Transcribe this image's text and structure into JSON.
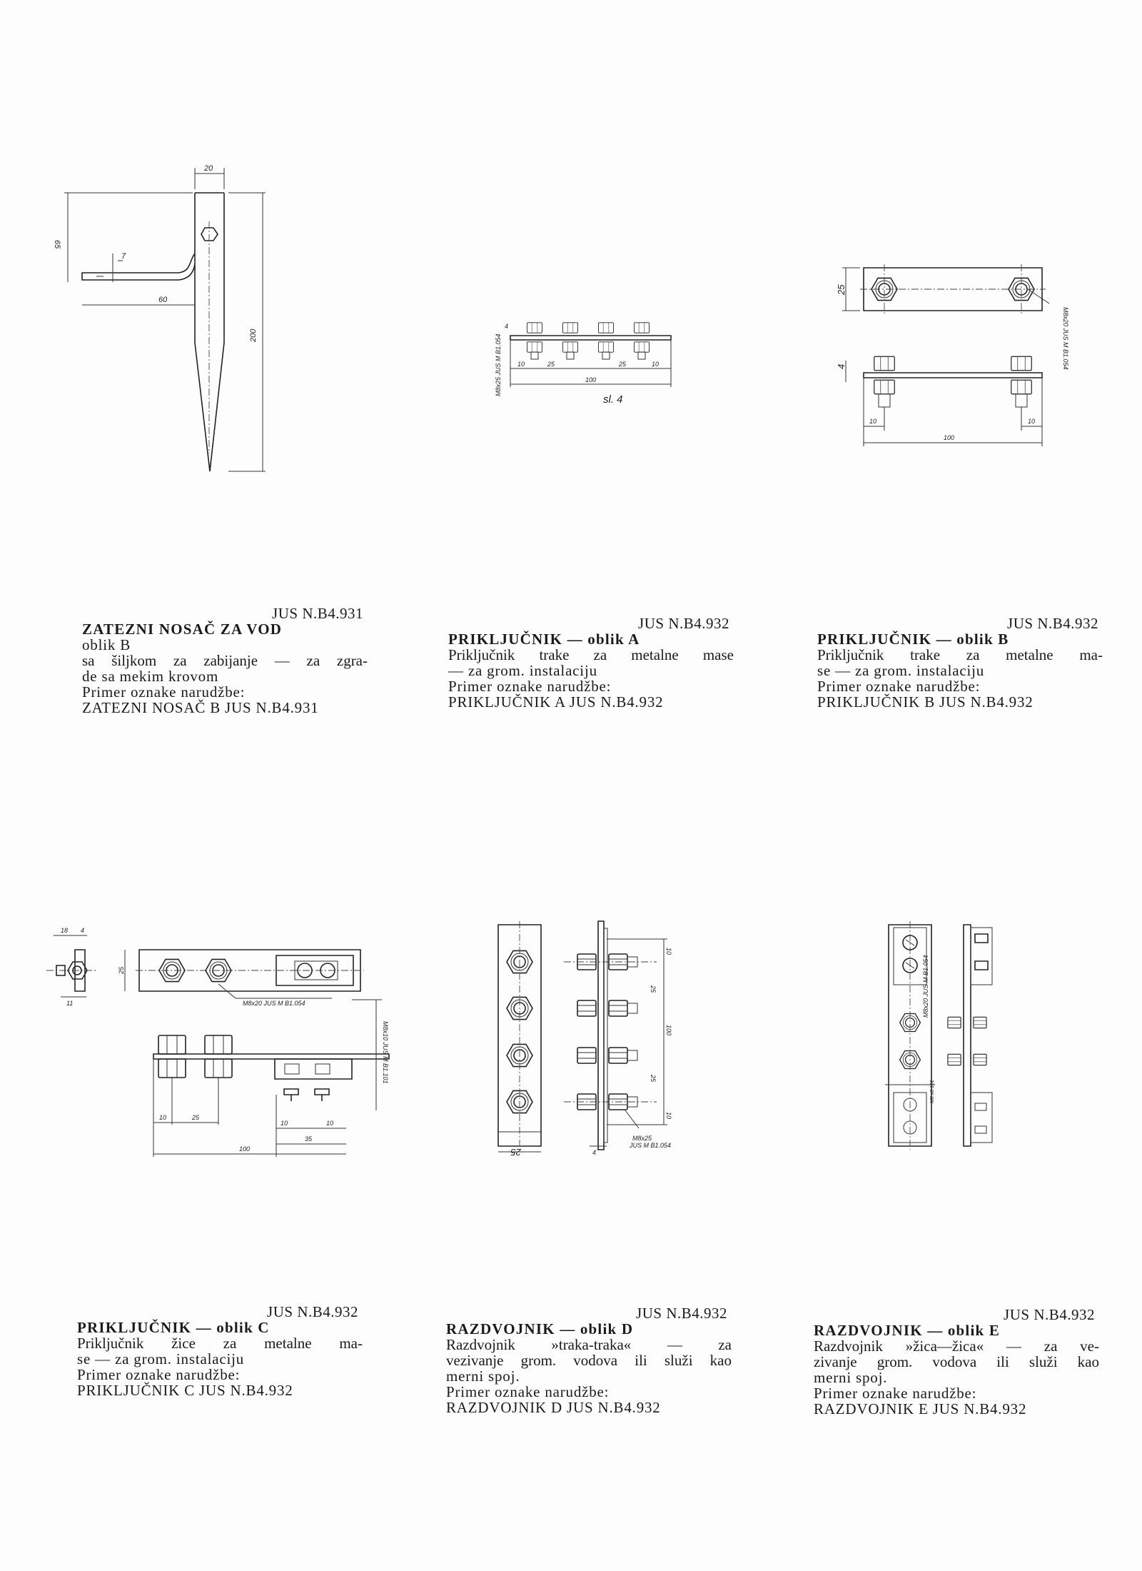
{
  "figures": [
    {
      "id": "zatezni-nosac",
      "dims": [
        "20",
        "65",
        "7",
        "60",
        "200"
      ]
    },
    {
      "id": "prikljucnik-a",
      "dims": [
        "4",
        "10",
        "25",
        "100",
        "25",
        "10",
        "M8x25 JUS M B1.054"
      ],
      "fig_label": "sl. 4"
    },
    {
      "id": "prikljucnik-b",
      "dims": [
        "25",
        "4",
        "10",
        "100",
        "10",
        "M8x20 JUS M B1.054"
      ]
    },
    {
      "id": "prikljucnik-c",
      "dims": [
        "18",
        "4",
        "25",
        "11",
        "M8x20 JUS M B1.054",
        "M8x10 JUS M B1.101",
        "10",
        "25",
        "10",
        "10",
        "35",
        "100"
      ]
    },
    {
      "id": "razdvojnik-d",
      "dims": [
        "25",
        "4",
        "10",
        "25",
        "100",
        "25",
        "10",
        "M8x25",
        "JUS M B1.054"
      ]
    },
    {
      "id": "razdvojnik-e",
      "dims": [
        "M8x20 JUS M B1.054",
        "M8 x8 101"
      ]
    }
  ],
  "captions": [
    {
      "standard": "JUS N.B4.931",
      "title": "ZATEZNI NOSAČ ZA VOD",
      "lines": [
        "oblik B",
        "sa šiljkom za zabijanje — za zgra-",
        "de sa mekim krovom",
        "Primer oznake narudžbe:",
        "ZATEZNI NOSAČ B JUS N.B4.931"
      ]
    },
    {
      "standard": "JUS N.B4.932",
      "title": "PRIKLJUČNIK — oblik A",
      "lines": [
        "Priključnik trake za metalne mase",
        "— za grom. instalaciju",
        "Primer oznake narudžbe:",
        "PRIKLJUČNIK A JUS N.B4.932"
      ]
    },
    {
      "standard": "JUS N.B4.932",
      "title": "PRIKLJUČNIK — oblik B",
      "lines": [
        "Priključnik trake za metalne ma-",
        "se — za grom. instalaciju",
        "Primer oznake narudžbe:",
        "PRIKLJUČNIK B JUS N.B4.932"
      ]
    },
    {
      "standard": "JUS N.B4.932",
      "title": "PRIKLJUČNIK — oblik C",
      "lines": [
        "Priključnik žice za metalne ma-",
        "se — za grom. instalaciju",
        "Primer oznake narudžbe:",
        "PRIKLJUČNIK C JUS N.B4.932"
      ]
    },
    {
      "standard": "JUS N.B4.932",
      "title": "RAZDVOJNIK — oblik D",
      "lines": [
        "Razdvojnik »traka-traka« — za",
        "vezivanje grom. vodova ili služi kao",
        "merni spoj.",
        "Primer oznake narudžbe:",
        "RAZDVOJNIK D JUS N.B4.932"
      ]
    },
    {
      "standard": "JUS N.B4.932",
      "title": "RAZDVOJNIK — oblik E",
      "lines": [
        "Razdvojnik »žica—žica« — za ve-",
        "zivanje grom. vodova ili služi kao",
        "merni spoj.",
        "Primer oznake narudžbe:",
        "RAZDVOJNIK E JUS N.B4.932"
      ]
    }
  ]
}
